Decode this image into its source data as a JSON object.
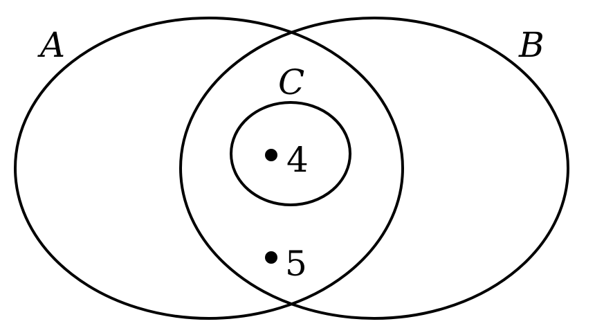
{
  "sets": {
    "a": {
      "label": "A"
    },
    "b": {
      "label": "B"
    },
    "c": {
      "label": "C"
    }
  },
  "elements": [
    {
      "label": "4",
      "region": "c"
    },
    {
      "label": "5",
      "region": "a-and-b-not-c"
    }
  ],
  "colors": {
    "stroke": "#000000",
    "background": "#ffffff"
  }
}
